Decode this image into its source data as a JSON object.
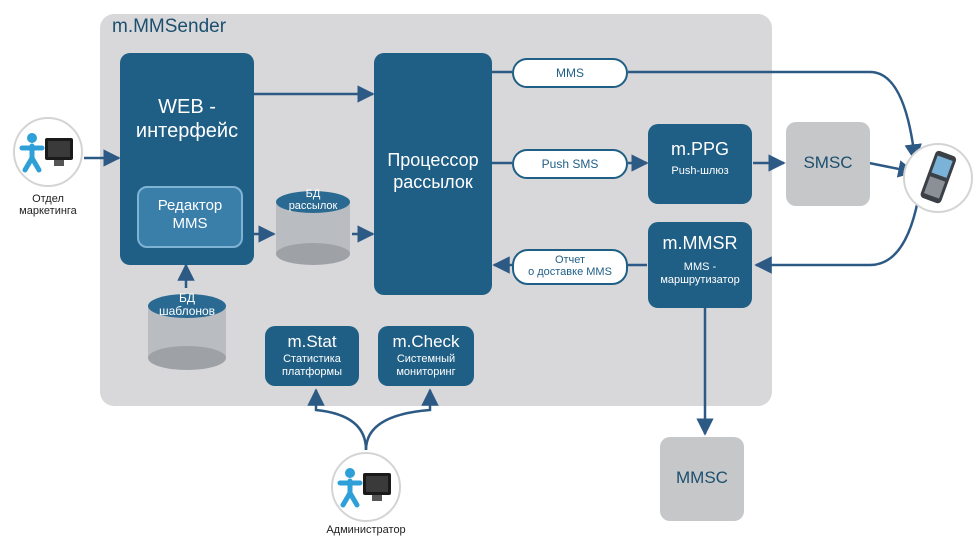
{
  "system": {
    "title": "m.MMSender"
  },
  "web": {
    "title": "WEB -",
    "subtitle": "интерфейс"
  },
  "editor": {
    "line1": "Редактор",
    "line2": "MMS"
  },
  "db_mailing": {
    "line1": "БД",
    "line2": "рассылок"
  },
  "db_templates": {
    "line1": "БД",
    "line2": "шаблонов"
  },
  "processor": {
    "line1": "Процессор",
    "line2": "рассылок"
  },
  "mms_pill": "MMS",
  "pushsms_pill": "Push SMS",
  "report_pill": {
    "line1": "Отчет",
    "line2": "о доставке MMS"
  },
  "ppg": {
    "title": "m.PPG",
    "subtitle": "Push-шлюз"
  },
  "mmsr": {
    "title": "m.MMSR",
    "line1": "MMS -",
    "line2": "маршрутизатор"
  },
  "smsc": "SMSC",
  "mmsc": "MMSC",
  "stat": {
    "title": "m.Stat",
    "line1": "Статистика",
    "line2": "платформы"
  },
  "check": {
    "title": "m.Check",
    "line1": "Системный",
    "line2": "мониторинг"
  },
  "marketing": {
    "line1": "Отдел",
    "line2": "маркетинга"
  },
  "admin": "Администратор",
  "colors": {
    "dark_box": "#1f5f86",
    "system_bg": "#d8d8da",
    "grey_box": "#cfd0d2",
    "arrow": "#2d5a85"
  }
}
